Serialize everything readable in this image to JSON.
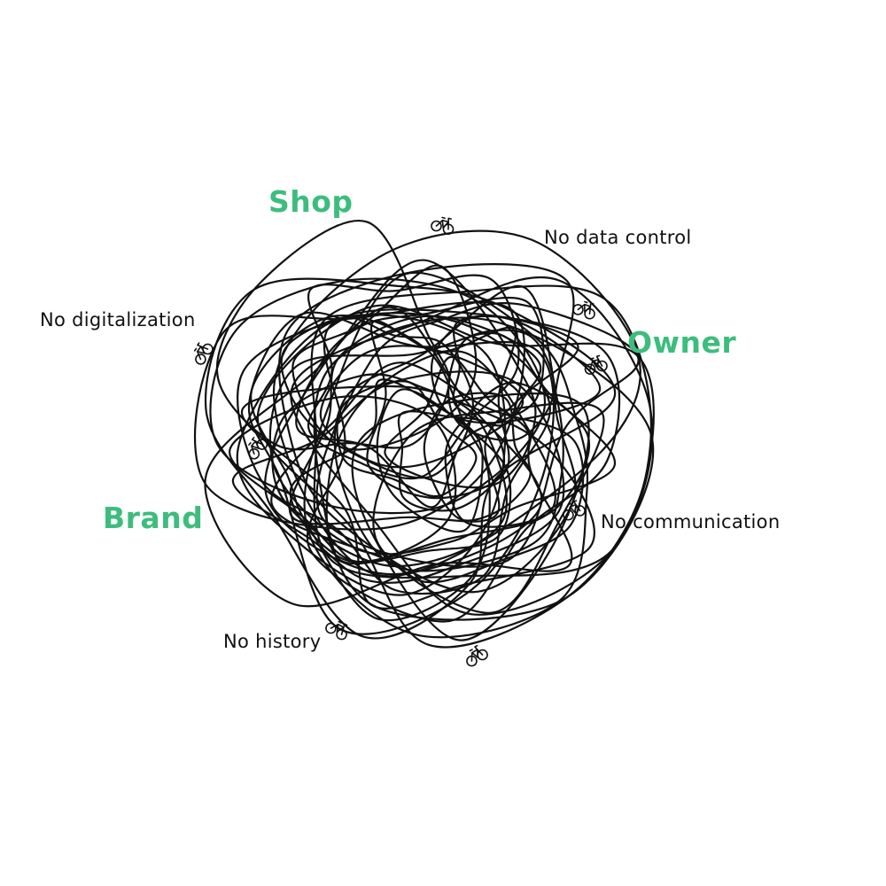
{
  "colors": {
    "accent": "#3dbd7d",
    "ink": "#111111",
    "background": "#ffffff"
  },
  "actors": {
    "shop": "Shop",
    "owner": "Owner",
    "brand": "Brand"
  },
  "problems": {
    "data_control": "No data control",
    "digitalization": "No digitalization",
    "communication": "No communication",
    "history": "No history"
  },
  "icons": {
    "bicycle": "bicycle-icon"
  }
}
